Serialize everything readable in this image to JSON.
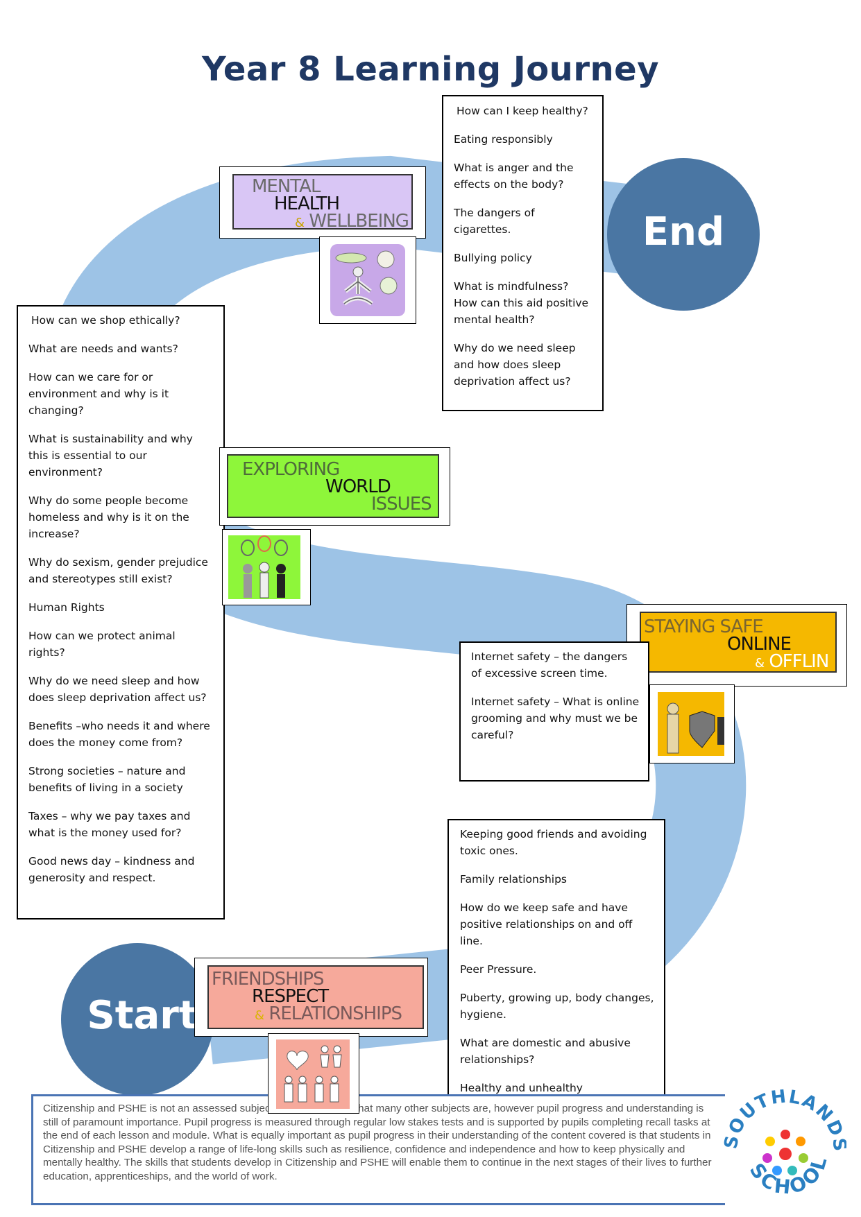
{
  "title": "Year 8 Learning Journey",
  "start_label": "Start",
  "end_label": "End",
  "colors": {
    "path": "#9dc3e6",
    "circle": "#4a76a3",
    "title": "#1f3864"
  },
  "topics": {
    "mental_health": {
      "line1": "MENTAL",
      "line2": "HEALTH",
      "amp": "&",
      "line3": "WELLBEING",
      "bg": "#d9c6f5",
      "icon": "meditation-icon"
    },
    "world_issues": {
      "line1": "EXPLORING",
      "line2": "WORLD",
      "line3": "ISSUES",
      "bg": "#8ef63a",
      "icon": "people-balloons-icon"
    },
    "staying_safe": {
      "line1": "STAYING SAFE",
      "line2": "ONLINE",
      "amp": "&",
      "line3": "OFFLIN",
      "bg": "#f5b800",
      "icon": "online-safety-icon"
    },
    "friendships": {
      "line1": "FRIENDSHIPS",
      "line2": "RESPECT",
      "amp": "&",
      "line3": "RELATIONSHIPS",
      "bg": "#f6a99b",
      "icon": "family-heart-icon"
    }
  },
  "mental_health_questions": [
    "How can I keep healthy?",
    "Eating responsibly",
    "What is anger and the effects on the body?",
    "The dangers of cigarettes.",
    "Bullying policy",
    "What is mindfulness? How can this aid positive mental health?",
    "Why do we need sleep and how does sleep deprivation affect us?"
  ],
  "world_issues_questions": [
    "How can we shop ethically?",
    "What are needs and wants?",
    "How can we care for or environment and why is it changing?",
    "What is sustainability and why this is essential to our environment?",
    "Why do some people become homeless and why is it on the increase?",
    "Why do sexism, gender prejudice and stereotypes still exist?",
    "Human Rights",
    "How can we protect animal rights?",
    "Why do we need sleep and how does sleep deprivation affect us?",
    "Benefits –who needs it and where does the money come from?",
    "Strong societies – nature and benefits of living in a society",
    "Taxes – why we pay taxes and what is the money used for?",
    "Good news day – kindness and generosity and respect."
  ],
  "staying_safe_questions": [
    "Internet safety – the dangers of excessive screen time.",
    "Internet safety – What is online grooming and why must we be careful?"
  ],
  "friendships_questions": [
    "Keeping good friends and avoiding toxic ones.",
    "Family relationships",
    "How do we keep safe and have positive relationships on and off line.",
    "Peer Pressure.",
    "Puberty, growing up, body changes, hygiene.",
    "What are domestic and abusive relationships?",
    "Healthy and unhealthy relationships?"
  ],
  "footer_text": "Citizenship and PSHE is not an assessed subject in the same way that many other subjects are, however pupil progress and understanding is still of paramount importance. Pupil progress is measured through regular low stakes tests and is supported by pupils completing recall tasks at the end of each lesson and module. What is equally important as pupil progress in their understanding of the content covered is that students in Citizenship and PSHE develop a range of life-long skills such as resilience, confidence and independence and how to keep physically and mentally healthy. The skills that students develop in Citizenship and PSHE will enable them to continue in the next stages of their lives to further education, apprenticeships, and the world of work.",
  "school_logo_text": "SOUTHLANDS SCHOOL"
}
